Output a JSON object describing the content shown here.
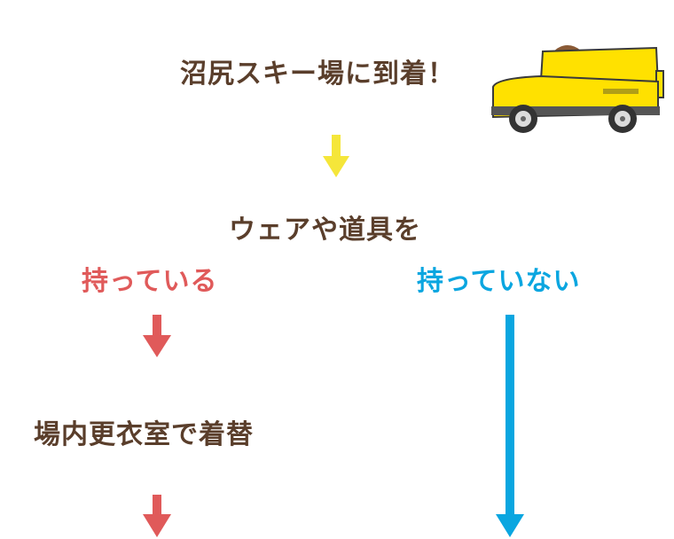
{
  "flow": {
    "arrival": "沼尻スキー場に到着！",
    "question": "ウェアや道具を",
    "branch_have": "持っている",
    "branch_not_have": "持っていない",
    "locker_step": "場内更衣室で着替"
  },
  "colors": {
    "brown_text": "#5a3e2b",
    "yellow_arrow": "#f5e63a",
    "red": "#e05a5a",
    "blue": "#0aa6e0",
    "car_yellow": "#ffe100"
  },
  "icons": {
    "car": "car-with-squirrels-icon"
  }
}
